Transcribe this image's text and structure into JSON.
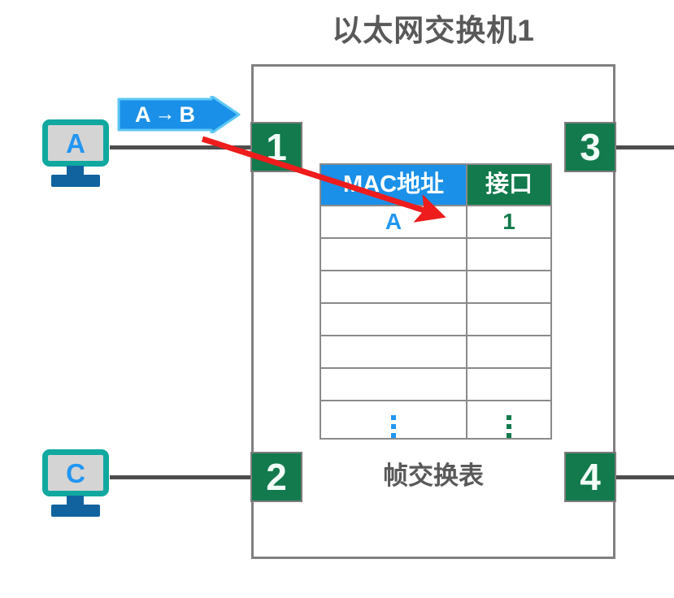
{
  "diagram": {
    "title": "以太网交换机1",
    "table_caption": "帧交换表"
  },
  "frame": {
    "label_src": "A",
    "label_arrow": "→",
    "label_dst": "B"
  },
  "hosts": [
    {
      "name": "A",
      "label": "A",
      "connected_port": "1"
    },
    {
      "name": "C",
      "label": "C",
      "connected_port": "2"
    }
  ],
  "ports": [
    {
      "number": "1",
      "position": "top-left"
    },
    {
      "number": "2",
      "position": "bottom-left"
    },
    {
      "number": "3",
      "position": "top-right"
    },
    {
      "number": "4",
      "position": "bottom-right"
    }
  ],
  "mac_table": {
    "headers": [
      "MAC地址",
      "接口"
    ],
    "rows": [
      {
        "mac": "A",
        "port": "1"
      },
      {
        "mac": "",
        "port": ""
      },
      {
        "mac": "",
        "port": ""
      },
      {
        "mac": "",
        "port": ""
      },
      {
        "mac": "",
        "port": ""
      },
      {
        "mac": "",
        "port": ""
      },
      {
        "mac": "⋮",
        "port": "⋮"
      }
    ]
  },
  "colors": {
    "port_green": "#127a4c",
    "header_blue": "#1a90e8",
    "mac_text_blue": "#2196f3",
    "annotation_red": "#ee1c1c",
    "link_gray": "#4d4d4d",
    "title_gray": "#595959",
    "host_border_teal": "#11a8a0",
    "host_stand_blue": "#1163a0"
  }
}
